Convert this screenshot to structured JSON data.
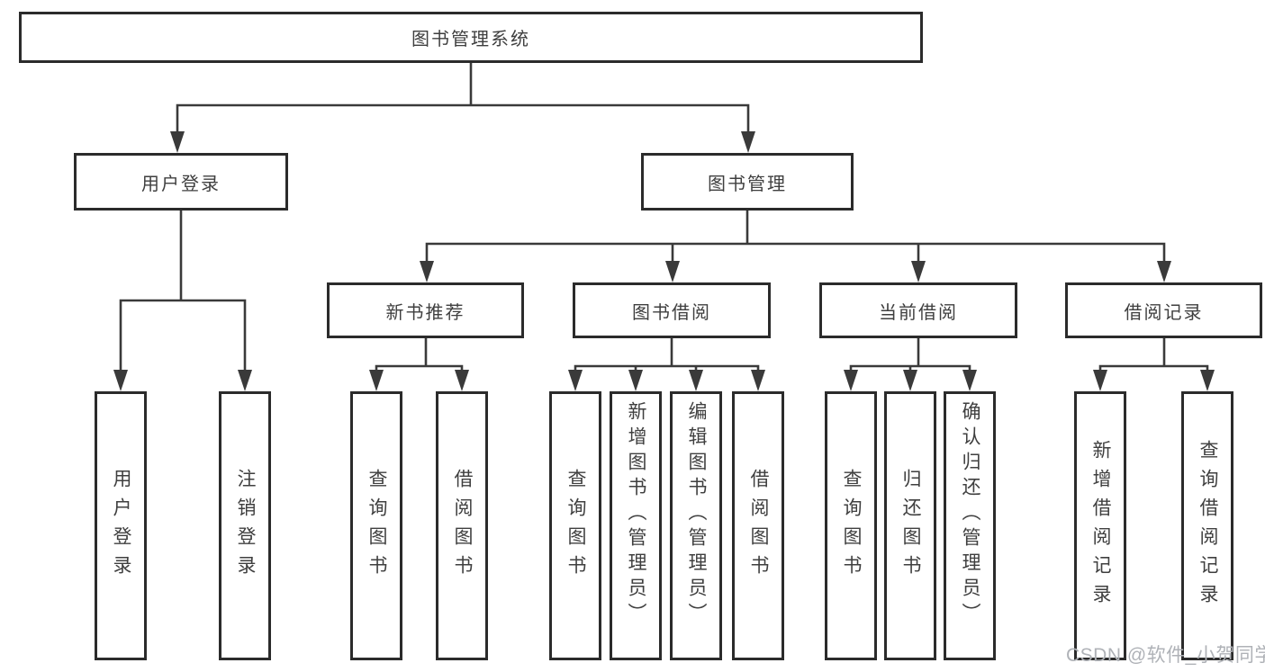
{
  "colors": {
    "line": "#3a3a3a",
    "border": "#2b2b2b",
    "text": "#3f3f3f",
    "watermark": "#afb2b7",
    "background": "#ffffff"
  },
  "levels": {
    "root": {
      "label": "图书管理系统"
    },
    "branches": [
      {
        "label": "用户登录",
        "leaves": [
          {
            "label": "用户登录"
          },
          {
            "label": "注销登录"
          }
        ]
      },
      {
        "label": "图书管理",
        "sections": [
          {
            "label": "新书推荐",
            "leaves": [
              {
                "label": "查询图书"
              },
              {
                "label": "借阅图书"
              }
            ]
          },
          {
            "label": "图书借阅",
            "leaves": [
              {
                "label": "查询图书"
              },
              {
                "label": "新增图书（管理员）"
              },
              {
                "label": "编辑图书（管理员）"
              },
              {
                "label": "借阅图书"
              }
            ]
          },
          {
            "label": "当前借阅",
            "leaves": [
              {
                "label": "查询图书"
              },
              {
                "label": "归还图书"
              },
              {
                "label": "确认归还（管理员）"
              }
            ]
          },
          {
            "label": "借阅记录",
            "leaves": [
              {
                "label": "新增借阅记录"
              },
              {
                "label": "查询借阅记录"
              }
            ]
          }
        ]
      }
    ]
  },
  "watermark": {
    "text": "CSDN @软件_小贺同学"
  }
}
